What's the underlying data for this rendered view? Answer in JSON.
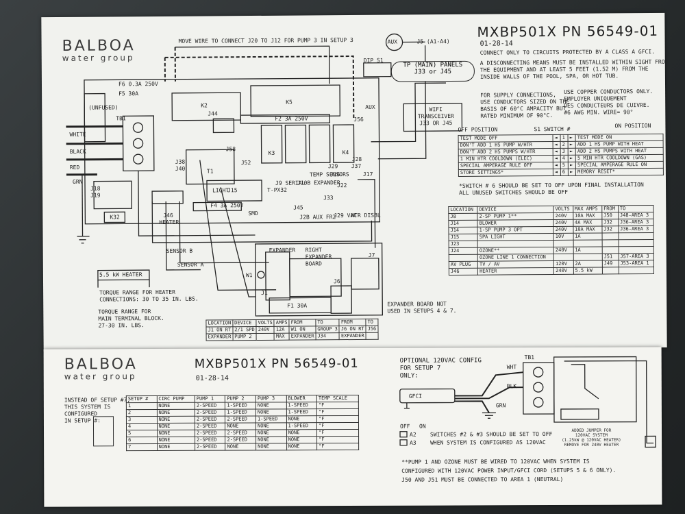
{
  "brand": {
    "name": "BALBOA",
    "tagline": "water group"
  },
  "top": {
    "title": "MXBP501X PN 56549-01",
    "date": "01-28-14",
    "move_note": "MOVE WIRE TO CONNECT J20 TO J12 FOR PUMP 3 IN SETUP 3",
    "aux": "AUX",
    "aux_port": "J5 (A1-A4)",
    "tp_panels": "TP (MAIN) PANELS",
    "tp_ports": "J33 or J45",
    "wifi": [
      "WIFI",
      "TRANSCEIVER",
      "J33 OR J45"
    ],
    "notes": [
      "CONNECT ONLY TO CIRCUITS PROTECTED BY A CLASS A GFCI.",
      "A DISCONNECTING MEANS MUST BE INSTALLED WITHIN SIGHT FROM",
      "THE EQUIPMENT AND AT LEAST 5 FEET (1.52 M) FROM THE",
      "INSIDE WALLS OF THE POOL, SPA, OR HOT TUB."
    ],
    "supply_en": [
      "FOR SUPPLY CONNECTIONS,",
      "USE CONDUCTORS SIZED ON THE",
      "BASIS OF 60°C AMPACITY BUT",
      "RATED MINIMUM OF 90°C."
    ],
    "supply_fr": [
      "USE COPPER CONDUCTORS ONLY.",
      "EMPLOYER UNIQUEMENT",
      "DES CONDUCTEURS DE CUIVRE.",
      "#6 AWG MIN. WIRE= 90°"
    ],
    "dip_header": {
      "off": "OFF POSITION",
      "switch": "S1 SWITCH #",
      "on": "ON POSITION"
    },
    "dip_rows": [
      {
        "off": "TEST MODE OFF",
        "n": "1",
        "on": "TEST MODE ON"
      },
      {
        "off": "DON'T ADD 1 HS PUMP W/HTR",
        "n": "2",
        "on": "ADD 1 HS PUMP WITH HEAT"
      },
      {
        "off": "DON'T ADD 2 HS PUMPS W/HTR",
        "n": "3",
        "on": "ADD 2 HS PUMPS WITH HEAT"
      },
      {
        "off": "1 MIN HTR COOLDOWN (ELEC)",
        "n": "4",
        "on": "5 MIN HTR COOLDOWN (GAS)"
      },
      {
        "off": "SPECIAL AMPERAGE RULE OFF",
        "n": "5",
        "on": "SPECIAL AMPERAGE RULE ON"
      },
      {
        "off": "STORE SETTINGS*",
        "n": "6",
        "on": "MEMORY RESET*"
      }
    ],
    "switch_note": [
      "*SWITCH # 6 SHOULD BE SET TO OFF UPON FINAL INSTALLATION",
      "ALL UNUSED SWITCHES SHOULD BE OFF"
    ],
    "load_header": [
      "LOCATION",
      "DEVICE",
      "VOLTS",
      "MAX AMPS",
      "FROM",
      "TO"
    ],
    "load_rows": [
      [
        "J8",
        "2-SP PUMP 1**",
        "240V",
        "10A MAX",
        "J50",
        "J48-AREA 3"
      ],
      [
        "J14",
        "BLOWER",
        "240V",
        "4A MAX",
        "J32",
        "J36-AREA 3"
      ],
      [
        "J14",
        "1-SP PUMP 3 OPT",
        "240V",
        "10A MAX",
        "J32",
        "J36-AREA 3"
      ],
      [
        "J15",
        "SPA LIGHT",
        "10V",
        "1A",
        "",
        ""
      ],
      [
        "J23",
        "",
        "",
        "",
        "",
        ""
      ],
      [
        "J24",
        "OZONE**",
        "240V",
        "1A",
        "",
        ""
      ],
      [
        "",
        "OZONE LINE 1 CONNECTION",
        "",
        "",
        "J51",
        "J57-AREA 3"
      ],
      [
        "AV PLUG",
        "TV / AV",
        "120V",
        "2A",
        "J49",
        "J53-AREA 1"
      ],
      [
        "J46",
        "HEATER",
        "240V",
        "5.5 kW",
        "",
        ""
      ]
    ],
    "exp_header": [
      "LOCATION",
      "DEVICE",
      "VOLTS",
      "AMPS",
      "FROM",
      "TO",
      "FROM",
      "TO"
    ],
    "exp_rows": [
      [
        "J1 ON RT",
        "2/1 SPD",
        "240V",
        "12A",
        "W1 ON",
        "GROUP 3",
        "J6 ON RT",
        "J56"
      ],
      [
        "EXPANDER",
        "PUMP 2",
        "",
        "MAX",
        "EXPANDER",
        "J34",
        "EXPANDER",
        ""
      ]
    ],
    "heater": "5.5 kW HEATER",
    "torque_heater": [
      "TORQUE RANGE FOR HEATER",
      "CONNECTIONS: 30 TO 35 IN. LBS."
    ],
    "torque_main": [
      "TORQUE RANGE FOR",
      "MAIN TERMINAL BLOCK.",
      "27-30 IN. LBS."
    ],
    "expander_note": [
      "EXPANDER BOARD NOT",
      "USED IN SETUPS 4 & 7."
    ],
    "right_expander": [
      "RIGHT",
      "EXPANDER",
      "BOARD"
    ],
    "wire_labels": [
      "WHITE",
      "BLACK",
      "RED",
      "GRN"
    ],
    "board_labels": [
      "F6 0.3A 250V",
      "F5 30A",
      "(UNFUSED)",
      "TB1",
      "J44",
      "K2",
      "K5",
      "F2 3A 250V",
      "J56",
      "J58",
      "J52",
      "J38",
      "J40",
      "J29",
      "J37",
      "J28",
      "K3",
      "K4",
      "T1",
      "J16",
      "J17",
      "J18",
      "J19",
      "K32",
      "J46",
      "HEATER",
      "LIGHT",
      "J15",
      "F4 3A 250V",
      "SMD",
      "J9 SERIAL",
      "J10B EXPANDER",
      "J22",
      "J33",
      "J45",
      "J2B AUX FR2",
      "J29 VAC",
      "HTR DISBL",
      "TEMP SENSORS",
      "SENSOR B",
      "SENSOR A",
      "AUX",
      "J7",
      "EXPANDER",
      "F1 30A",
      "J6",
      "J1",
      "W1",
      "DIP S1",
      "T-PX32"
    ]
  },
  "bottom": {
    "title": "MXBP501X PN 56549-01",
    "date": "01-28-14",
    "instead_note": [
      "INSTEAD OF SETUP #7,",
      "THIS SYSTEM IS",
      "CONFIGURED",
      "IN SETUP #:"
    ],
    "setup_header": [
      "SETUP #",
      "CIRC PUMP",
      "PUMP 1",
      "PUMP 2",
      "PUMP 3",
      "BLOWER",
      "TEMP SCALE"
    ],
    "setup_rows": [
      [
        "1",
        "NONE",
        "2-SPEED",
        "1-SPEED",
        "NONE",
        "1-SPEED",
        "°F"
      ],
      [
        "2",
        "NONE",
        "2-SPEED",
        "1-SPEED",
        "NONE",
        "1-SPEED",
        "°F"
      ],
      [
        "3",
        "NONE",
        "2-SPEED",
        "2-SPEED",
        "1-SPEED",
        "NONE",
        "°F"
      ],
      [
        "4",
        "NONE",
        "2-SPEED",
        "NONE",
        "NONE",
        "1-SPEED",
        "°F"
      ],
      [
        "5",
        "NONE",
        "2-SPEED",
        "2-SPEED",
        "NONE",
        "NONE",
        "°F"
      ],
      [
        "6",
        "NONE",
        "2-SPEED",
        "2-SPEED",
        "NONE",
        "NONE",
        "°F"
      ],
      [
        "7",
        "NONE",
        "2-SPEED",
        "NONE",
        "NONE",
        "NONE",
        "°F"
      ]
    ],
    "optional_title": [
      "OPTIONAL 120VAC CONFIG",
      "FOR SETUP 7",
      "ONLY:"
    ],
    "gfci": "GFCI",
    "wire_labels": [
      "WHT",
      "BLK",
      "GRN",
      "TB1"
    ],
    "off_on": [
      "OFF",
      "ON"
    ],
    "switches": [
      {
        "label": "A2",
        "text": "SWITCHES #2 & #3 SHOULD BE SET TO OFF"
      },
      {
        "label": "A3",
        "text": "WHEN SYSTEM IS CONFIGURED AS 120VAC"
      }
    ],
    "jumper_note": [
      "ADDED JUMPER FOR",
      "120VAC SYSTEM",
      "(1.25kW @ 120VAC HEATER)",
      "REMOVE FOR 240V HEATER"
    ],
    "footnote": [
      "**PUMP 1 AND OZONE MUST BE WIRED TO 120VAC WHEN SYSTEM IS",
      "CONFIGURED WITH 120VAC POWER INPUT/GFCI CORD (SETUPS 5 & 6 ONLY).",
      "J50 AND J51 MUST BE CONNECTED TO AREA 1 (NEUTRAL)"
    ]
  }
}
